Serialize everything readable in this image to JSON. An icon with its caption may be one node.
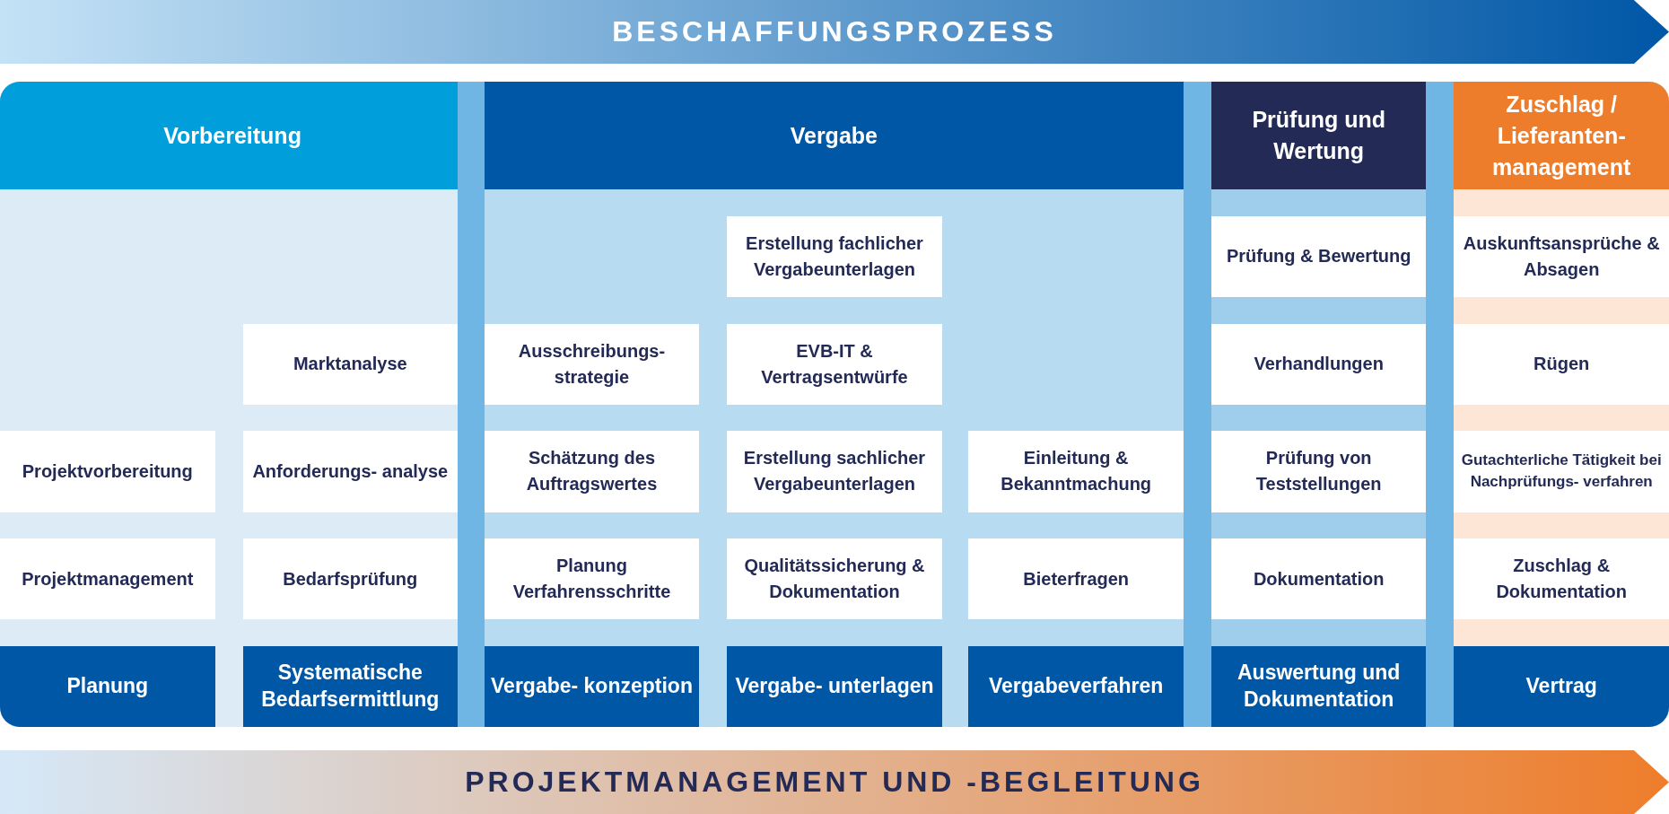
{
  "diagram": {
    "nodes": [
      {
        "text": [
          "BESCHAFFUNGSPROZESS"
        ]
      },
      {
        "text": [
          "Vorbereitung"
        ]
      },
      {
        "text": [
          "Projektvorbereitung"
        ],
        "in": 1
      },
      {
        "text": [
          "Projektmanagement"
        ],
        "in": 1
      },
      {
        "text": [
          "Planung"
        ],
        "in": 1
      },
      {
        "text": [
          "Marktanalyse"
        ],
        "in": 1
      },
      {
        "text": [
          "Anforderungs- analyse"
        ],
        "in": 1
      },
      {
        "text": [
          "Bedarfsprüfung"
        ],
        "in": 1
      },
      {
        "text": [
          "Systematische Bedarfsermittlung"
        ],
        "in": 1
      },
      {
        "text": [
          "Vergabe"
        ]
      },
      {
        "text": [
          "Ausschreibungs- strategie"
        ],
        "in": 9
      },
      {
        "text": [
          "Schätzung des Auftragswertes"
        ],
        "in": 9
      },
      {
        "text": [
          "Planung Verfahrensschritte"
        ],
        "in": 9
      },
      {
        "text": [
          "Vergabe- konzeption"
        ],
        "in": 9
      },
      {
        "text": [
          "Erstellung fachlicher Vergabeunterlagen"
        ],
        "in": 9
      },
      {
        "text": [
          "EVB-IT & Vertragsentwürfe"
        ],
        "in": 9
      },
      {
        "text": [
          "Erstellung sachlicher Vergabeunterlagen"
        ],
        "in": 9
      },
      {
        "text": [
          "Qualitätssicherung & Dokumentation"
        ],
        "in": 9
      },
      {
        "text": [
          "Vergabe- unterlagen"
        ],
        "in": 9
      },
      {
        "text": [
          "Einleitung & Bekanntmachung"
        ],
        "in": 9
      },
      {
        "text": [
          "Bieterfragen"
        ],
        "in": 9
      },
      {
        "text": [
          "Vergabeverfahren"
        ],
        "in": 9
      },
      {
        "text": [
          "Prüfung und Wertung"
        ]
      },
      {
        "text": [
          "Prüfung & Bewertung"
        ],
        "in": 22
      },
      {
        "text": [
          "Verhandlungen"
        ],
        "in": 22
      },
      {
        "text": [
          "Prüfung von Teststellungen"
        ],
        "in": 22
      },
      {
        "text": [
          "Dokumentation"
        ],
        "in": 22
      },
      {
        "text": [
          "Auswertung und Dokumentation"
        ],
        "in": 22
      },
      {
        "text": [
          "Zuschlag / Lieferanten- management"
        ]
      },
      {
        "text": [
          "Auskunftsansprüche & Absagen"
        ],
        "in": 28
      },
      {
        "text": [
          "Rügen"
        ],
        "in": 28
      },
      {
        "text": [
          "Gutachterliche Tätigkeit bei Nachprüfungs- verfahren"
        ],
        "in": 28
      },
      {
        "text": [
          "Zuschlag & Dokumentation"
        ],
        "in": 28
      },
      {
        "text": [
          "Vertrag"
        ],
        "in": 28
      },
      {
        "text": [
          "PROJEKTMANAGEMENT UND -BEGLEITUNG"
        ]
      }
    ],
    "edges": []
  }
}
